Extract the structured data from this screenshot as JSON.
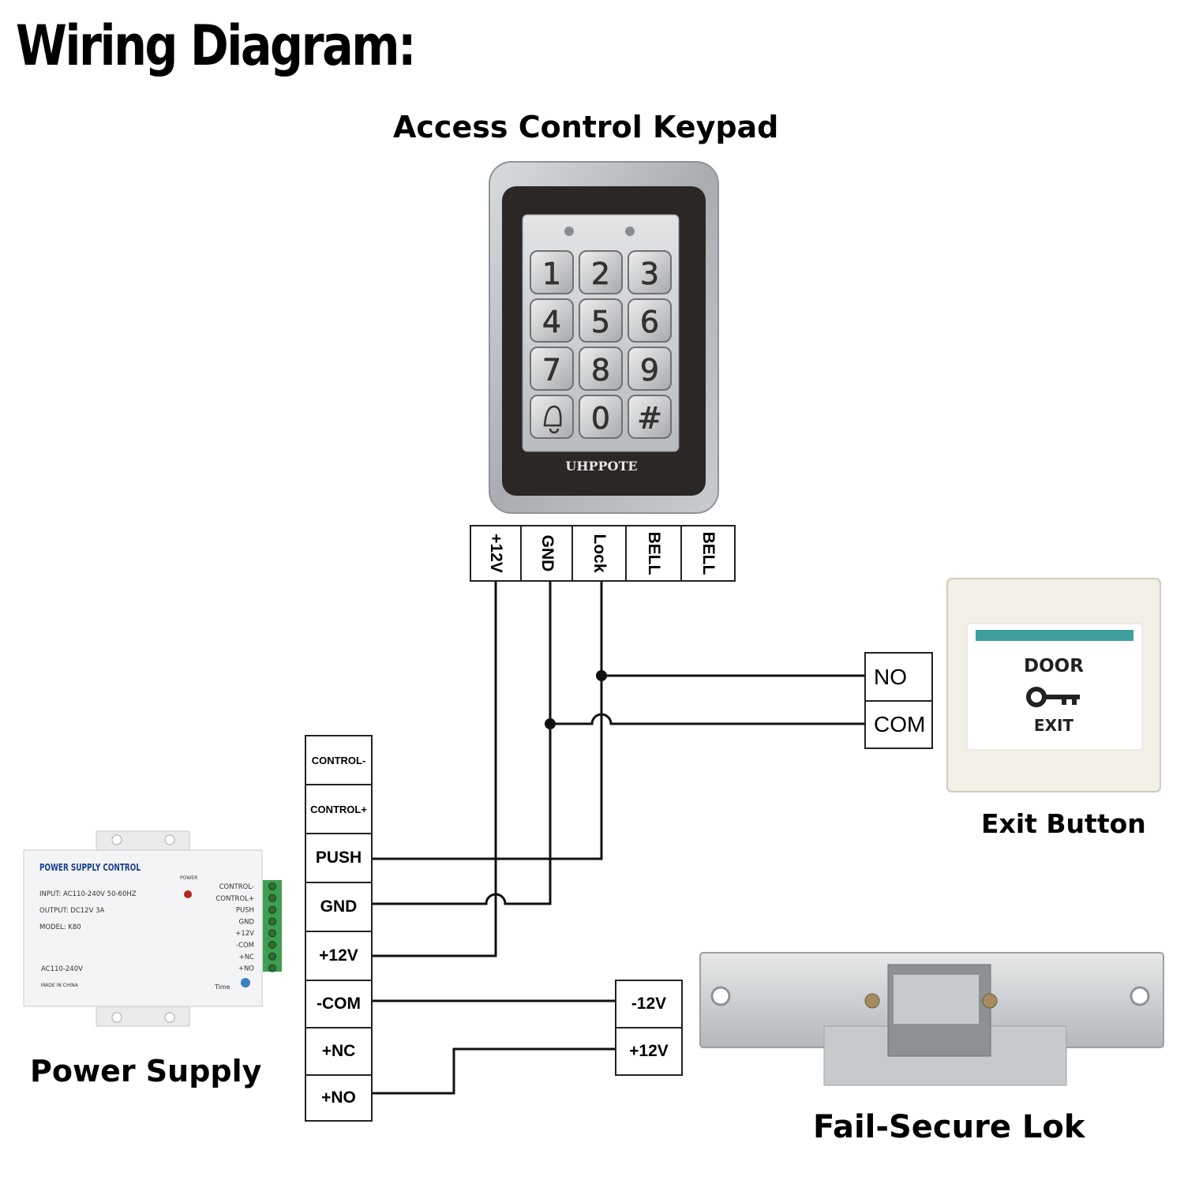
{
  "title": "Wiring Diagram:",
  "keypad": {
    "caption": "Access Control Keypad",
    "brand": "UHPPOTE",
    "keys": [
      "1",
      "2",
      "3",
      "4",
      "5",
      "6",
      "7",
      "8",
      "9",
      "",
      "0",
      "#"
    ],
    "terminals": [
      "+12V",
      "GND",
      "Lock",
      "BELL",
      "BELL"
    ]
  },
  "exit_button": {
    "caption": "Exit Button",
    "face_top": "DOOR",
    "face_bottom": "EXIT",
    "terminals": [
      "NO",
      "COM"
    ]
  },
  "power_supply": {
    "caption": "Power Supply",
    "label_title": "POWER SUPPLY CONTROL",
    "power_led_label": "POWER",
    "input": "INPUT: AC110-240V  50-60HZ",
    "output": "OUTPUT: DC12V  3A",
    "model": "MODEL: K80",
    "ac_label": "AC110-240V",
    "made_in": "MADE IN CHINA",
    "time_label": "Time",
    "device_terminals": [
      "CONTROL-",
      "CONTROL+",
      "PUSH",
      "GND",
      "+12V",
      "-COM",
      "+NC",
      "+NO"
    ],
    "terminals": [
      "CONTROL-",
      "CONTROL+",
      "PUSH",
      "GND",
      "+12V",
      "-COM",
      "+NC",
      "+NO"
    ]
  },
  "lock": {
    "caption": "Fail-Secure Lok",
    "terminals": [
      "-12V",
      "+12V"
    ]
  },
  "colors": {
    "wire": "#111111",
    "terminal_border": "#222222",
    "keypad_frame": "#b9bcbf",
    "exit_bar": "#3f9e9e"
  }
}
